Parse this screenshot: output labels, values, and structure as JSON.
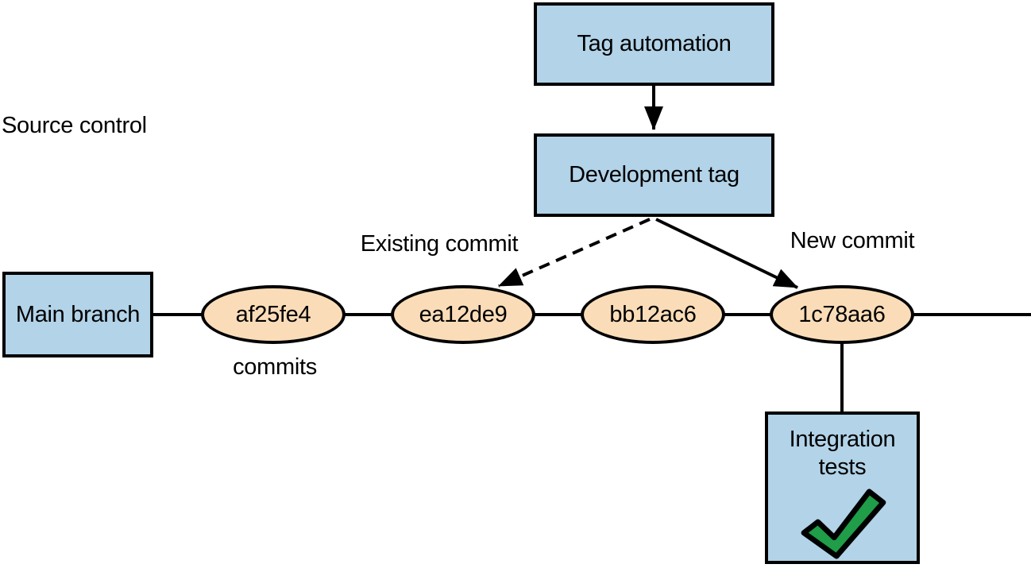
{
  "colors": {
    "box_fill": "#b2d3e8",
    "commit_fill": "#faddb8",
    "check_green": "#1f9d48",
    "line": "#000000"
  },
  "source_control_label": "Source control",
  "flow": {
    "tag_automation": "Tag automation",
    "development_tag": "Development tag"
  },
  "branch": {
    "main_branch": "Main branch",
    "commits_label": "commits",
    "commits": [
      "af25fe4",
      "ea12de9",
      "bb12ac6",
      "1c78aa6"
    ]
  },
  "annotations": {
    "existing_commit": "Existing commit",
    "new_commit": "New commit"
  },
  "integration": {
    "label": "Integration tests",
    "check_icon": "checkmark-icon"
  }
}
